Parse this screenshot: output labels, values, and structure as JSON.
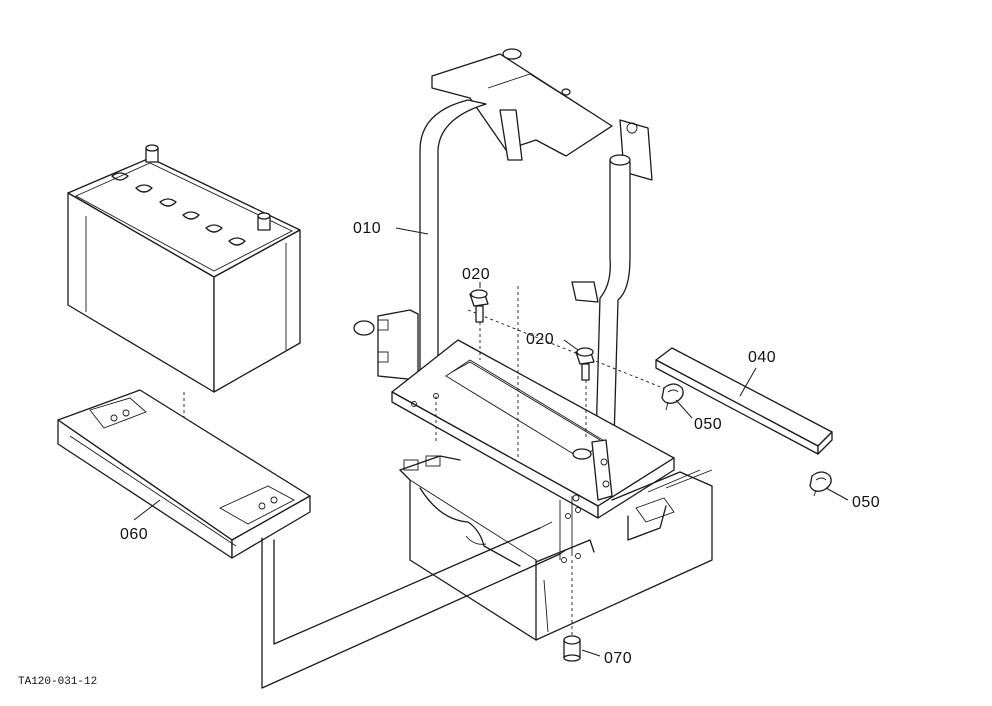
{
  "parts": {
    "p010": "010",
    "p020a": "020",
    "p020b": "020",
    "p040": "040",
    "p050a": "050",
    "p050b": "050",
    "p060": "060",
    "p070": "070"
  },
  "reference_code": "TA120-031-12"
}
